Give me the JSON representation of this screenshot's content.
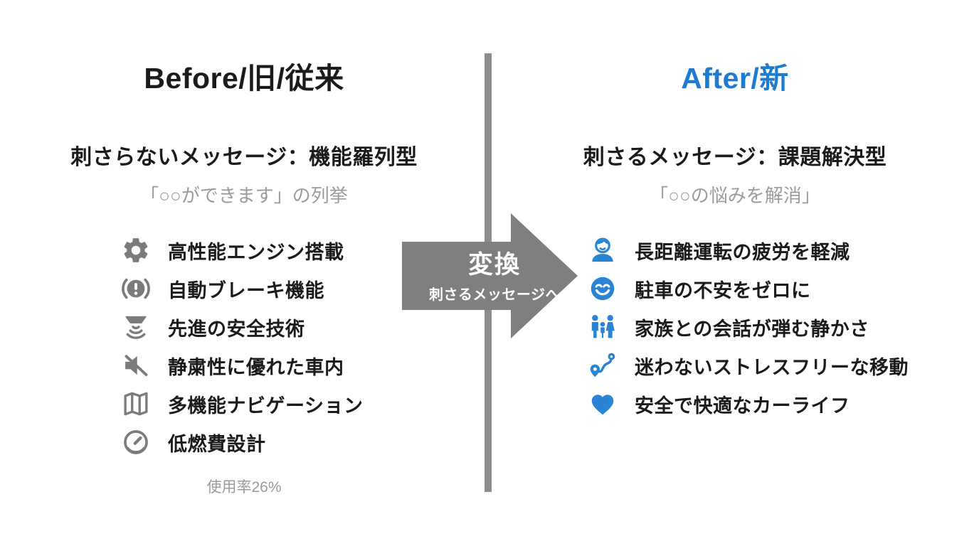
{
  "colors": {
    "accent_blue": "#1e7bd0",
    "icon_blue": "#2a84d4",
    "icon_gray": "#7b7b7b",
    "arrow_gray": "#7f7f7f",
    "divider_gray": "#8d8d8d",
    "muted_text": "#9b9b9b",
    "text_black": "#1b1b1b"
  },
  "left": {
    "title": "Before/旧/従来",
    "subtitle": "刺さらないメッセージ：機能羅列型",
    "note": "「○○ができます」の列挙",
    "items": [
      {
        "icon": "gear-icon",
        "label": "高性能エンジン搭載"
      },
      {
        "icon": "brake-warning-icon",
        "label": "自動ブレーキ機能"
      },
      {
        "icon": "sensor-icon",
        "label": "先進の安全技術"
      },
      {
        "icon": "mute-icon",
        "label": "静粛性に優れた車内"
      },
      {
        "icon": "map-icon",
        "label": "多機能ナビゲーション"
      },
      {
        "icon": "gauge-icon",
        "label": "低燃費設計"
      }
    ],
    "footnote": "使用率26%"
  },
  "arrow": {
    "label": "変換",
    "sublabel": "刺さるメッセージへ"
  },
  "right": {
    "title": "After/新",
    "subtitle": "刺さるメッセージ：課題解決型",
    "note": "「○○の悩みを解消」",
    "items": [
      {
        "icon": "driver-icon",
        "label": "長距離運転の疲労を軽減"
      },
      {
        "icon": "smile-icon",
        "label": "駐車の不安をゼロに"
      },
      {
        "icon": "family-icon",
        "label": "家族との会話が弾む静かさ"
      },
      {
        "icon": "route-icon",
        "label": "迷わないストレスフリーな移動"
      },
      {
        "icon": "heart-icon",
        "label": "安全で快適なカーライフ"
      }
    ]
  }
}
